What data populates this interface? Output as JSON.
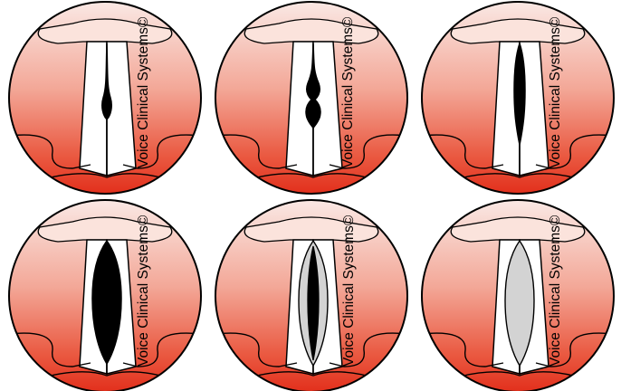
{
  "figure": {
    "watermark_text": "Voice Clinical Systems©",
    "colors": {
      "background": "#ffffff",
      "tissue_top": "#fae8e4",
      "tissue_bottom": "#e2301c",
      "outline": "#000000",
      "vocal_fold": "#ffffff",
      "glottis_open": "#000000",
      "mucosa_grey": "#d3d3d3"
    },
    "panels": [
      {
        "label": "glottis-narrow-small-bulge",
        "gap_style": "black"
      },
      {
        "label": "glottis-hourglass-double-bulge",
        "gap_style": "black"
      },
      {
        "label": "glottis-medium-spindle",
        "gap_style": "black"
      },
      {
        "label": "glottis-wide-spindle",
        "gap_style": "black"
      },
      {
        "label": "glottis-spindle-with-mucosa",
        "gap_style": "grey-with-black-center"
      },
      {
        "label": "glottis-grey-mucosa-only",
        "gap_style": "grey"
      }
    ]
  }
}
